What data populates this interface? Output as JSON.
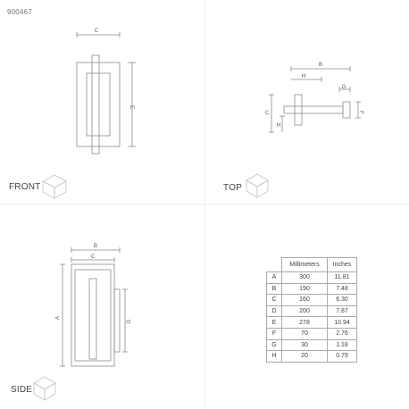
{
  "product_code": "900467",
  "views": {
    "front": "FRONT",
    "top": "TOP",
    "side": "SIDE"
  },
  "dim_letters": {
    "front_width": "C",
    "front_height": "E",
    "top_length": "B",
    "top_arm": "H",
    "top_depth": "G",
    "top_plate_height": "C",
    "top_post_height": "H",
    "top_plate_width": "F",
    "side_width": "B",
    "side_inner": "C",
    "side_height": "A",
    "side_mount": "D"
  },
  "table": {
    "headers": [
      "",
      "Millimeters",
      "Inches"
    ],
    "rows": [
      {
        "key": "A",
        "mm": "300",
        "in": "11.81"
      },
      {
        "key": "B",
        "mm": "190",
        "in": "7.48"
      },
      {
        "key": "C",
        "mm": "160",
        "in": "6.30"
      },
      {
        "key": "D",
        "mm": "200",
        "in": "7.87"
      },
      {
        "key": "E",
        "mm": "278",
        "in": "10.94"
      },
      {
        "key": "F",
        "mm": "70",
        "in": "2.76"
      },
      {
        "key": "G",
        "mm": "30",
        "in": "1.18"
      },
      {
        "key": "H",
        "mm": "20",
        "in": "0.79"
      }
    ]
  },
  "colors": {
    "line": "#8a8a8a",
    "grid": "#e3e3e3",
    "cube": "#c4c4c4",
    "text": "#444444"
  }
}
